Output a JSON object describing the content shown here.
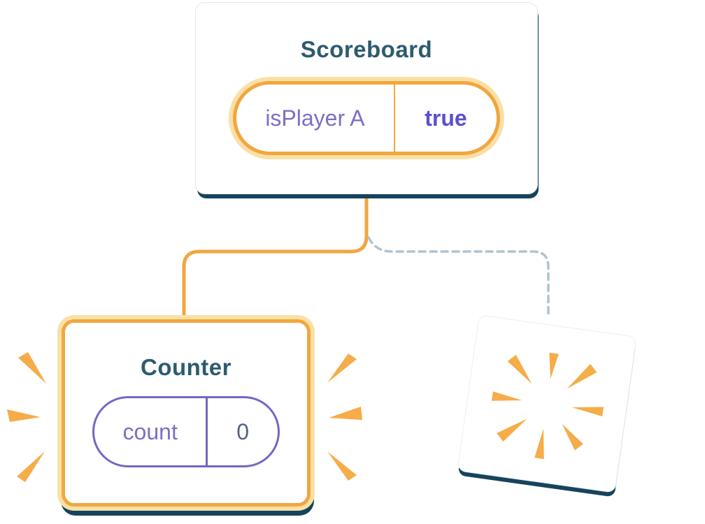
{
  "diagram": {
    "scoreboard": {
      "title": "Scoreboard",
      "state": {
        "label": "isPlayer A",
        "value": "true"
      }
    },
    "counter": {
      "title": "Counter",
      "state": {
        "label": "count",
        "value": "0"
      }
    }
  },
  "icons": {
    "sparkle": "sparkle-icon",
    "poof": "poof-burst-icon",
    "emphasis": "emphasis-burst-icon"
  },
  "colors": {
    "accent_orange": "#f2a63e",
    "accent_orange_glow": "#fbe0a6",
    "burst_orange": "#f5ac49",
    "shadow_navy": "#17435c",
    "title_blue": "#2c5b70",
    "label_purple": "#7b6fc4",
    "value_purple": "#5a4fd3",
    "value_slate": "#566283",
    "dashed_gray_blue": "#aec3d2",
    "card_white": "#ffffff"
  }
}
